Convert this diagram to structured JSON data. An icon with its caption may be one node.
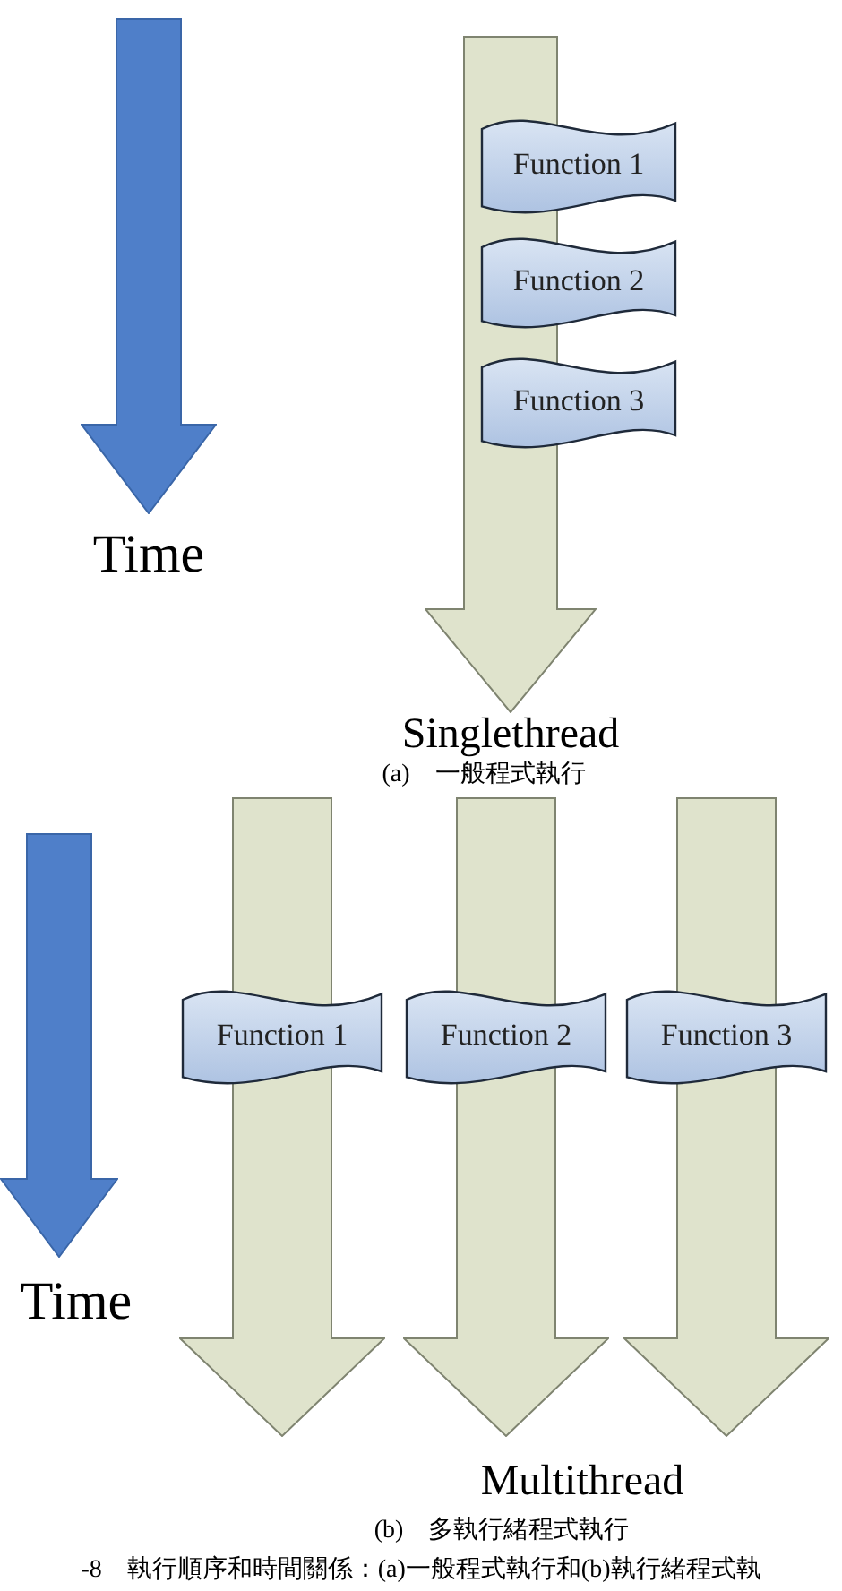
{
  "diagram": {
    "nodes": [
      {
        "text": [],
        "shape": "arrow",
        "beside": [
          "Time"
        ]
      },
      {
        "text": [],
        "shape": "arrow",
        "beside": [
          "Singlethread"
        ]
      },
      {
        "text": [
          "Function 1"
        ]
      },
      {
        "text": [
          "Function 2"
        ]
      },
      {
        "text": [
          "Function 3"
        ]
      },
      {
        "text": [],
        "shape": "arrow",
        "beside": [
          "Time"
        ]
      },
      {
        "text": [],
        "shape": "arrow"
      },
      {
        "text": [],
        "shape": "arrow"
      },
      {
        "text": [],
        "shape": "arrow"
      },
      {
        "text": [
          "Function 1"
        ],
        "in": 6
      },
      {
        "text": [
          "Function 2"
        ],
        "in": 7
      },
      {
        "text": [
          "Function 3"
        ],
        "in": 8
      }
    ],
    "edges": [],
    "labels": [
      "(a)　一般程式執行",
      "Multithread",
      "(b)　多執行緒程式執行",
      "-8　執行順序和時間關係：(a)一般程式執行和(b)執行緒程式執"
    ]
  }
}
